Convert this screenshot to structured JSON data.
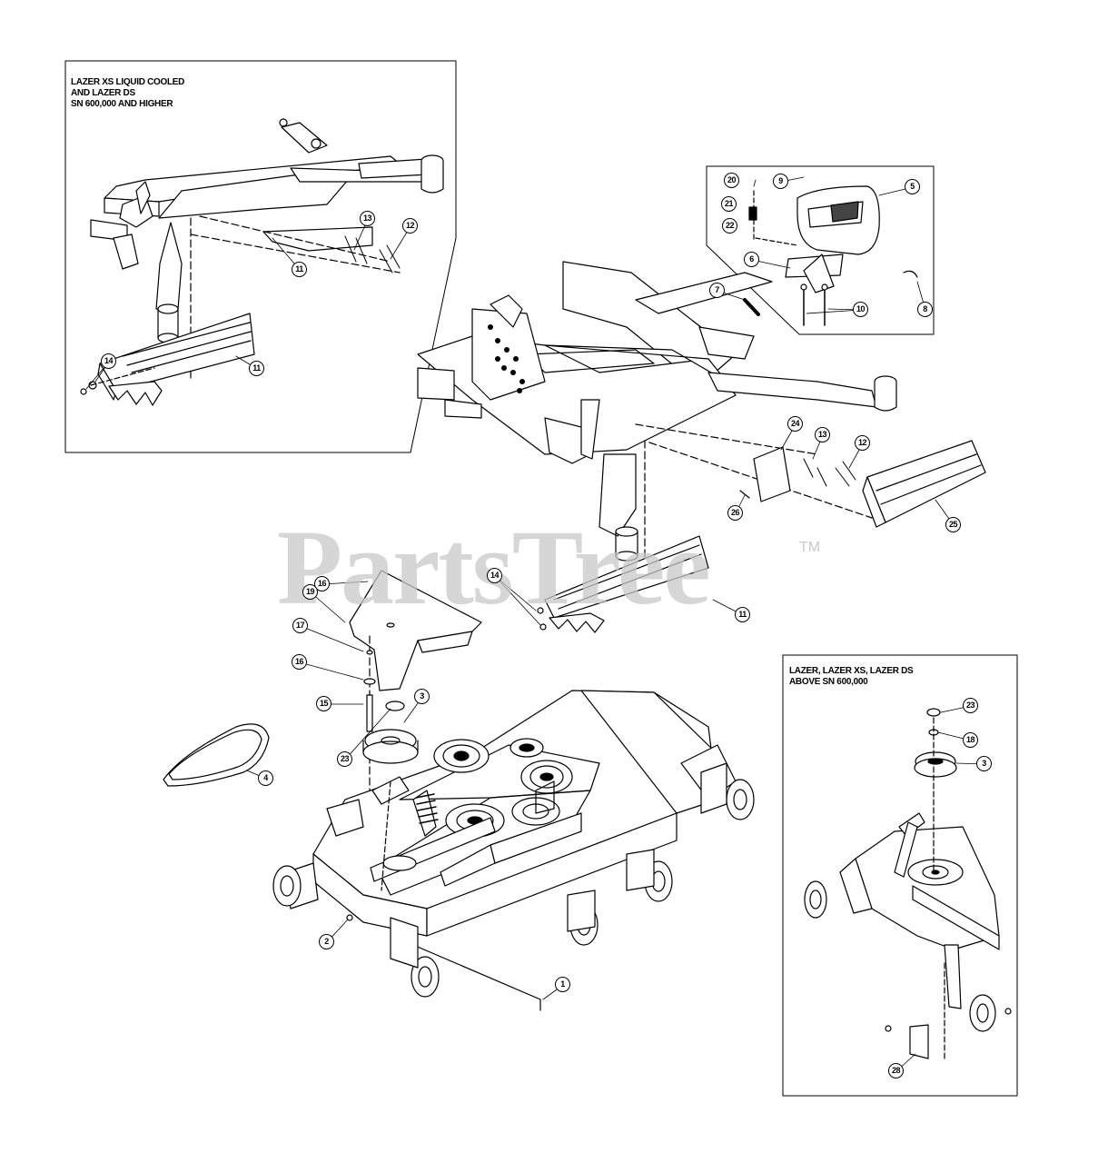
{
  "insets": {
    "top_left_note": [
      "LAZER XS LIQUID COOLED",
      "AND LAZER DS",
      "SN 600,000 AND HIGHER"
    ],
    "bottom_right_note": [
      "LAZER, LAZER XS, LAZER DS",
      "ABOVE SN 600,000"
    ]
  },
  "watermark": {
    "text": "PartsTree",
    "tm": "TM"
  },
  "callouts": [
    "1",
    "2",
    "3",
    "3",
    "4",
    "5",
    "6",
    "7",
    "8",
    "9",
    "10",
    "11",
    "11",
    "11",
    "12",
    "12",
    "13",
    "13",
    "14",
    "14",
    "15",
    "16",
    "16",
    "17",
    "18",
    "19",
    "20",
    "21",
    "22",
    "23",
    "23",
    "24",
    "25",
    "26",
    "28"
  ]
}
